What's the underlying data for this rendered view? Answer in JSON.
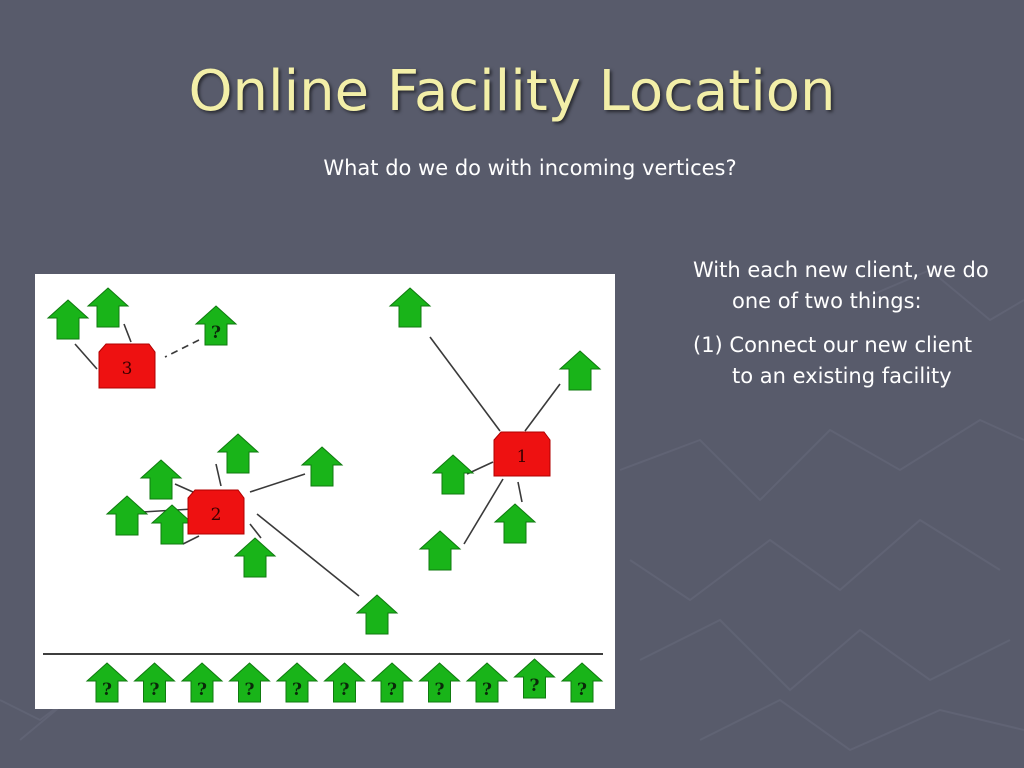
{
  "slide": {
    "title": "Online Facility Location",
    "subtitle": "What do we do with incoming vertices?",
    "bullets": [
      "With each new client, we do one of two things:",
      "(1) Connect our new client to an existing facility"
    ]
  },
  "diagram": {
    "facilities": [
      "1",
      "2",
      "3"
    ],
    "pending_label": "?",
    "pending_count": 11,
    "colors": {
      "client": "#19b419",
      "client_dark": "#0f7a0f",
      "facility": "#ee1111",
      "edge": "#3a3a3a"
    },
    "icons": {
      "client": "house-arrow-icon",
      "facility": "facility-house-icon"
    }
  }
}
